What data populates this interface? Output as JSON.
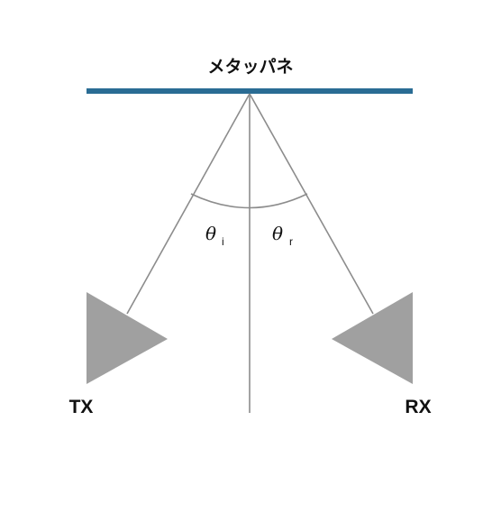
{
  "title": "メタッパネ",
  "transmitter": {
    "label": "TX"
  },
  "receiver": {
    "label": "RX"
  },
  "angles": {
    "incident": {
      "symbol": "θ",
      "subscript": "i"
    },
    "reflected": {
      "symbol": "θ",
      "subscript": "r"
    }
  },
  "colors": {
    "panel": "#2a6c94",
    "rays": "#8c8c8c",
    "devices": "#a0a0a0",
    "text": "#111111"
  }
}
